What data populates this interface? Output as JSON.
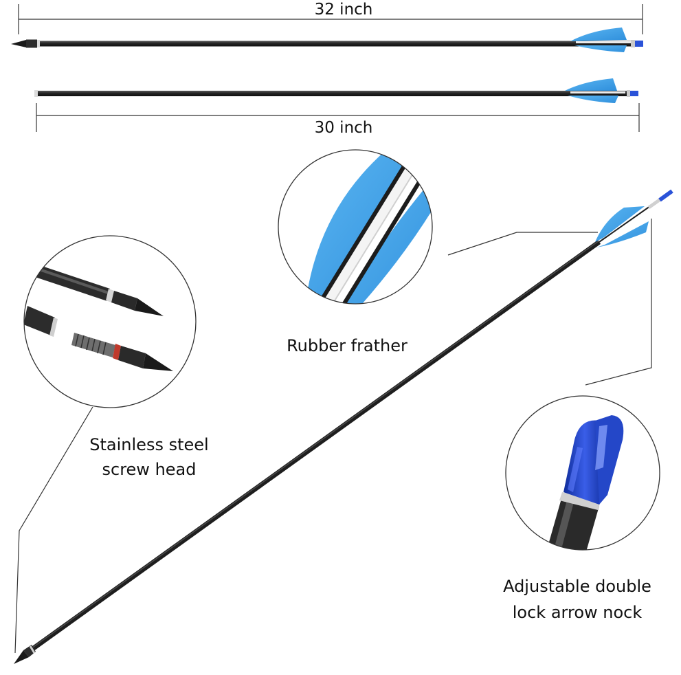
{
  "dimensions": {
    "long_arrow_label": "32 inch",
    "short_arrow_label": "30 inch"
  },
  "callouts": {
    "feather": "Rubber frather",
    "screw_head": {
      "line1": "Stainless steel",
      "line2": "screw head"
    },
    "nock": {
      "line1": "Adjustable double",
      "line2": "lock arrow nock"
    }
  },
  "colors": {
    "fletch_blue": "#3a9ee8",
    "shaft_black": "#2a2a2a",
    "nock_blue": "#1b3fc4",
    "line_gray": "#333333"
  }
}
